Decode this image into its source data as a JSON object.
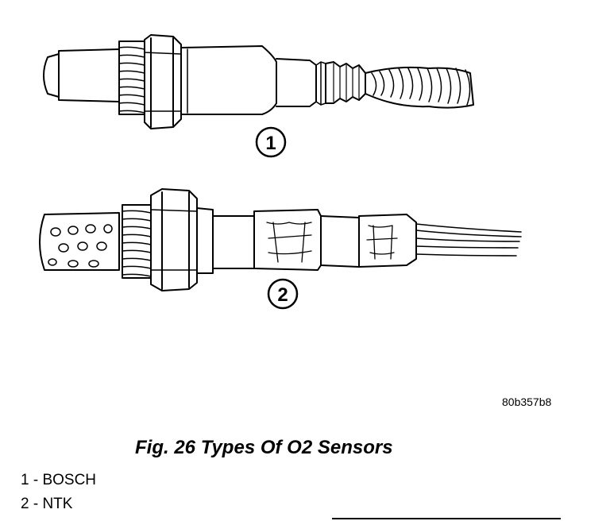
{
  "figure": {
    "callouts": [
      "1",
      "2"
    ],
    "code": "80b357b8",
    "caption": "Fig. 26 Types Of O2 Sensors"
  },
  "legend": [
    {
      "number": "1",
      "label": "1 - BOSCH"
    },
    {
      "number": "2",
      "label": "2 - NTK"
    }
  ]
}
